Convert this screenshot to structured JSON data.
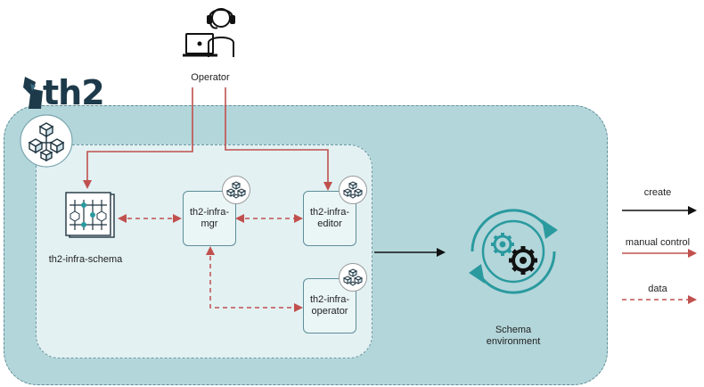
{
  "actor": {
    "label": "Operator"
  },
  "brand": {
    "text": "th2"
  },
  "components": {
    "schema": "th2-infra-schema",
    "mgr": "th2-infra-\nmgr",
    "editor": "th2-infra-\neditor",
    "operator": "th2-infra-\noperator"
  },
  "environment": {
    "label": "Schema\nenvironment"
  },
  "legend": {
    "create": "create",
    "manual_control": "manual control",
    "data": "data"
  },
  "colors": {
    "outer_zone": "#b3d6da",
    "inner_zone": "#e3f1f3",
    "manual_control": "#c0504d",
    "create": "#1a1a2e",
    "teal": "#2a9a9f",
    "brand_dark": "#1d3a4a"
  },
  "icons": {
    "operator": "operator-laptop-icon",
    "cluster": "cluster-cubes-icon",
    "schema": "schema-repo-icon",
    "component_badge": "cubes-badge-icon",
    "environment": "gear-cycle-icon"
  }
}
